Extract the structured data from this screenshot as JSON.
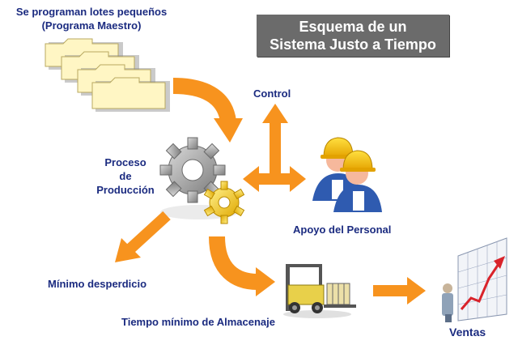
{
  "title": {
    "line1": "Esquema de un",
    "line2": "Sistema Justo a Tiempo"
  },
  "labels": {
    "lots_line1": "Se programan lotes pequeños",
    "lots_line2": "(Programa Maestro)",
    "control": "Control",
    "process_line1": "Proceso",
    "process_line2": "de",
    "process_line3": "Producción",
    "staff": "Apoyo del Personal",
    "waste": "Mínimo desperdicio",
    "storage": "Tiempo mínimo de Almacenaje",
    "sales": "Ventas"
  },
  "colors": {
    "arrow": "#f7931e",
    "title_bg": "#6b6b6b",
    "label_text": "#1b2b80",
    "folder": "#fff5c0",
    "gear_gray": "#9a9a9a",
    "gear_yellow": "#f4c61a"
  },
  "icons": [
    "folder-stack-icon",
    "gears-icon",
    "workers-icon",
    "forklift-icon",
    "sales-chart-icon"
  ]
}
